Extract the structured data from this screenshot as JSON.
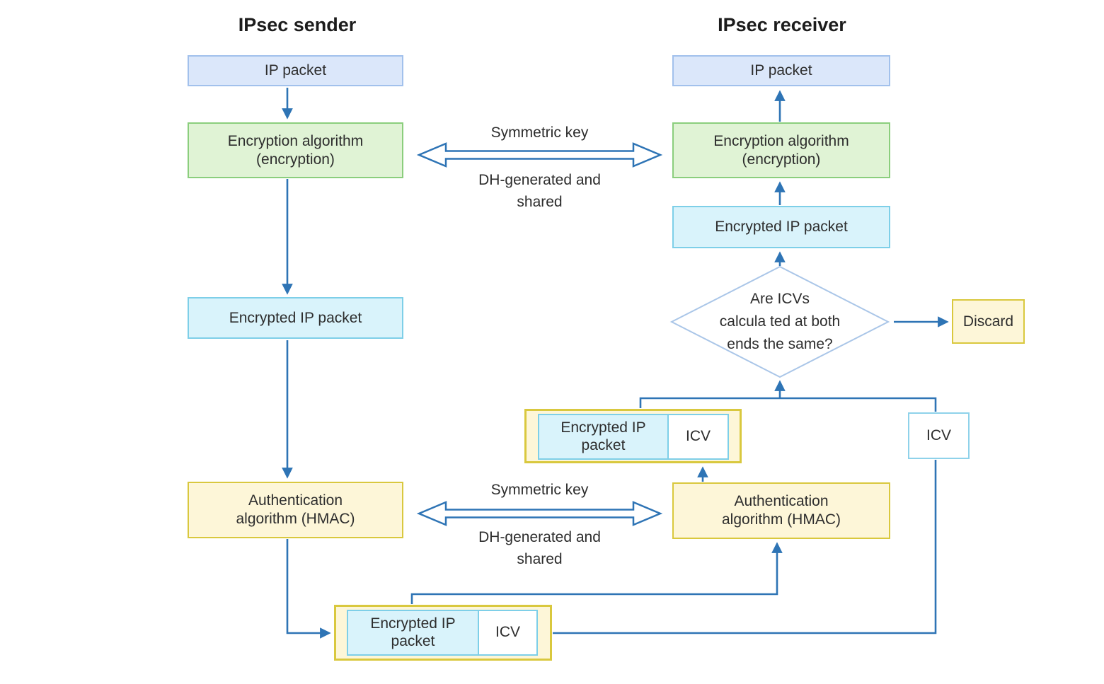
{
  "titles": {
    "sender": "IPsec sender",
    "receiver": "IPsec receiver"
  },
  "sender": {
    "ip_packet": "IP packet",
    "encryption_algorithm": "Encryption algorithm\n(encryption)",
    "encrypted_ip_packet": "Encrypted IP packet",
    "authentication_algorithm": "Authentication\nalgorithm (HMAC)",
    "output_group": {
      "encrypted_ip_packet": "Encrypted IP\npacket",
      "icv": "ICV"
    }
  },
  "receiver": {
    "ip_packet": "IP packet",
    "encryption_algorithm": "Encryption algorithm\n(encryption)",
    "encrypted_ip_packet": "Encrypted IP packet",
    "decision": "Are ICVs\ncalcula ted at both\nends the same?",
    "discard": "Discard",
    "input_group": {
      "encrypted_ip_packet": "Encrypted IP\npacket",
      "icv": "ICV"
    },
    "received_icv": "ICV",
    "authentication_algorithm": "Authentication\nalgorithm (HMAC)"
  },
  "key_exchange_top": {
    "label": "Symmetric key",
    "sublabel": "DH-generated and\nshared"
  },
  "key_exchange_bottom": {
    "label": "Symmetric key",
    "sublabel": "DH-generated and\nshared"
  },
  "colors": {
    "connector": "#2e74b5",
    "box_blue_fill": "#dbe7fa",
    "box_blue_border": "#a2c1ec",
    "box_green_fill": "#e0f3d5",
    "box_green_border": "#8bce7d",
    "box_cyan_fill": "#d9f3fb",
    "box_cyan_border": "#7ecfe8",
    "box_yellow_fill": "#fdf6d8",
    "box_yellow_border": "#d9c83e",
    "diamond_border": "#aac6e8",
    "icv_border": "#8fd2ea",
    "text": "#2d2d2d"
  }
}
